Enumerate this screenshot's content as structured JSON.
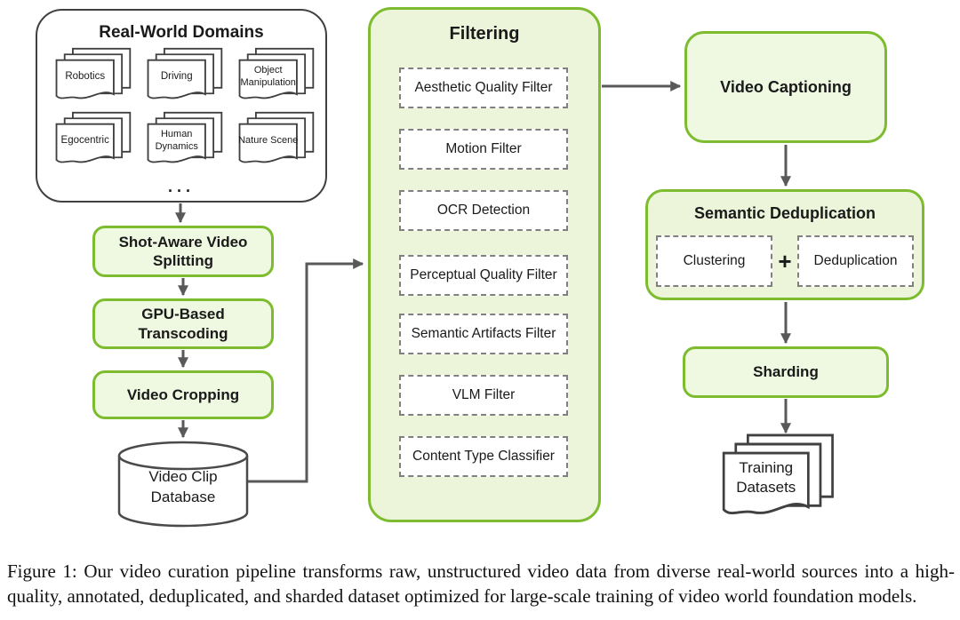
{
  "colors": {
    "accent_green_border": "#7cbc2e",
    "accent_green_fill": "#eff8e1",
    "panel_green_fill": "#ecf5d9",
    "arrow_gray": "#595959",
    "dashed_border_gray": "#808080",
    "shape_border_gray": "#404040"
  },
  "domains": {
    "title": "Real-World Domains",
    "items": [
      "Robotics",
      "Driving",
      "Object Manipulation",
      "Egocentric",
      "Human Dynamics",
      "Nature Scene"
    ],
    "ellipsis": "..."
  },
  "pipeline_left": {
    "steps": [
      "Shot-Aware Video Splitting",
      "GPU-Based Transcoding",
      "Video Cropping"
    ],
    "database": "Video Clip Database"
  },
  "filtering": {
    "title": "Filtering",
    "filters": [
      "Aesthetic Quality Filter",
      "Motion Filter",
      "OCR Detection",
      "Perceptual Quality Filter",
      "Semantic Artifacts Filter",
      "VLM Filter",
      "Content Type Classifier"
    ]
  },
  "pipeline_right": {
    "video_captioning": "Video Captioning",
    "semantic_dedup": {
      "title": "Semantic Deduplication",
      "clustering": "Clustering",
      "plus": "+",
      "deduplication": "Deduplication"
    },
    "sharding": "Sharding",
    "output": "Training Datasets"
  },
  "figure": {
    "caption": "Figure 1: Our video curation pipeline transforms raw, unstructured video data from diverse real-world sources into a high-quality, annotated, deduplicated, and sharded dataset optimized for large-scale training of video world foundation models."
  }
}
